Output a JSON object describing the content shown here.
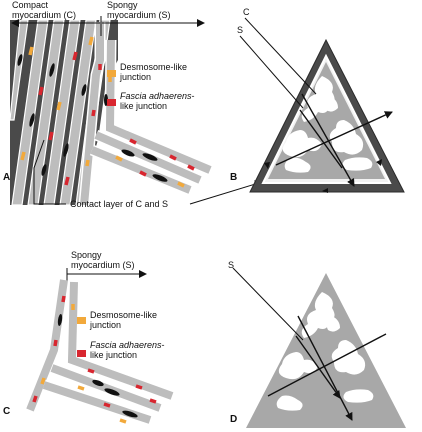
{
  "panels": {
    "A": {
      "letter": "A",
      "compact_label_line1": "Compact",
      "compact_label_line2": "myocardium (C)",
      "spongy_label_line1": "Spongy",
      "spongy_label_line2": "myocardium (S)"
    },
    "B": {
      "letter": "B",
      "label_c": "C",
      "label_s": "S"
    },
    "C": {
      "letter": "C",
      "spongy_label_line1": "Spongy",
      "spongy_label_line2": "myocardium (S)"
    },
    "D": {
      "letter": "D",
      "label_s": "S"
    }
  },
  "legend_top": {
    "desmosome_line1": "Desmosome-like",
    "desmosome_line2": "junction",
    "fascia_line1_italic": "Fascia adhaerens",
    "fascia_line1_suffix": "-",
    "fascia_line2": "like junction"
  },
  "legend_bottom": {
    "desmosome_line1": "Desmosome-like",
    "desmosome_line2": "junction",
    "fascia_line1_italic": "Fascia adhaerens",
    "fascia_line1_suffix": "-",
    "fascia_line2": "like junction"
  },
  "contact_layer_label": "Contact layer of C and S",
  "colors": {
    "desmosome": "#f2a93b",
    "fascia": "#d8262f",
    "fiber_fill": "#bdbdbd",
    "fiber_outline": "#ffffff",
    "compact_dark": "#4a4a4a",
    "nucleus": "#111111",
    "trabecula": "#a8a8a8",
    "lumen": "#ffffff"
  },
  "icons": {
    "arrow": "double-headed-arrow-icon",
    "legend_desmosome": "orange-square-icon",
    "legend_fascia": "red-square-icon"
  }
}
